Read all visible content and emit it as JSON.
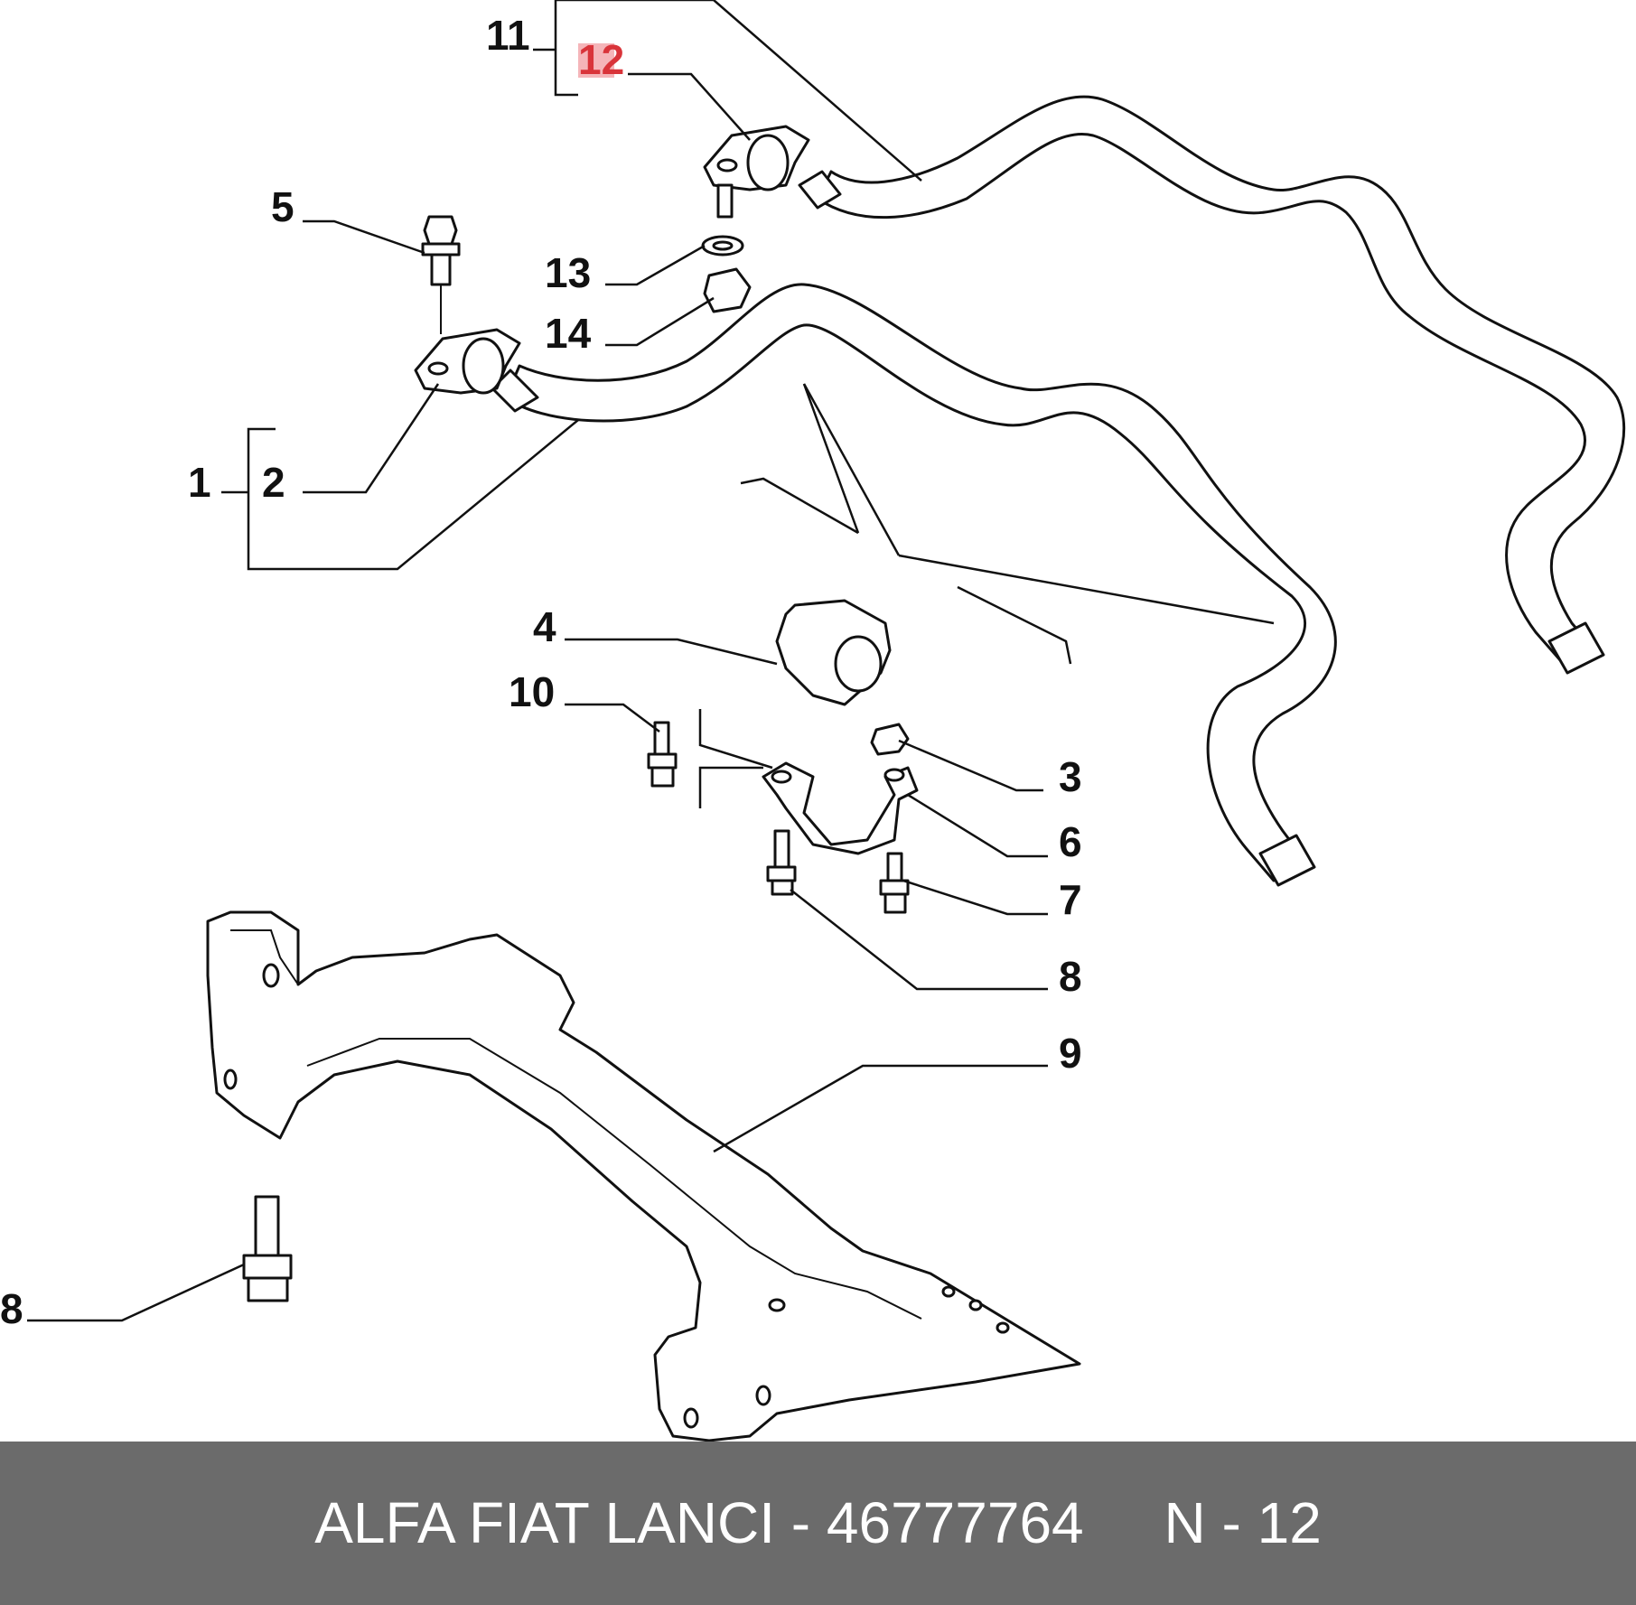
{
  "callouts": [
    {
      "id": "c11",
      "text": "11"
    },
    {
      "id": "c12",
      "text": "12",
      "highlighted": true
    },
    {
      "id": "c5",
      "text": "5"
    },
    {
      "id": "c13",
      "text": "13"
    },
    {
      "id": "c14",
      "text": "14"
    },
    {
      "id": "c1",
      "text": "1"
    },
    {
      "id": "c2",
      "text": "2"
    },
    {
      "id": "c4",
      "text": "4"
    },
    {
      "id": "c10",
      "text": "10"
    },
    {
      "id": "c3",
      "text": "3"
    },
    {
      "id": "c6",
      "text": "6"
    },
    {
      "id": "c7",
      "text": "7"
    },
    {
      "id": "c8a",
      "text": "8"
    },
    {
      "id": "c9",
      "text": "9"
    },
    {
      "id": "c8b",
      "text": "8"
    }
  ],
  "caption": {
    "text": "ALFA FIAT LANCI - 46777764     N - 12"
  },
  "colors": {
    "caption_bar": "#6b6b6b",
    "highlight": "#d9343a",
    "line": "#111111"
  }
}
